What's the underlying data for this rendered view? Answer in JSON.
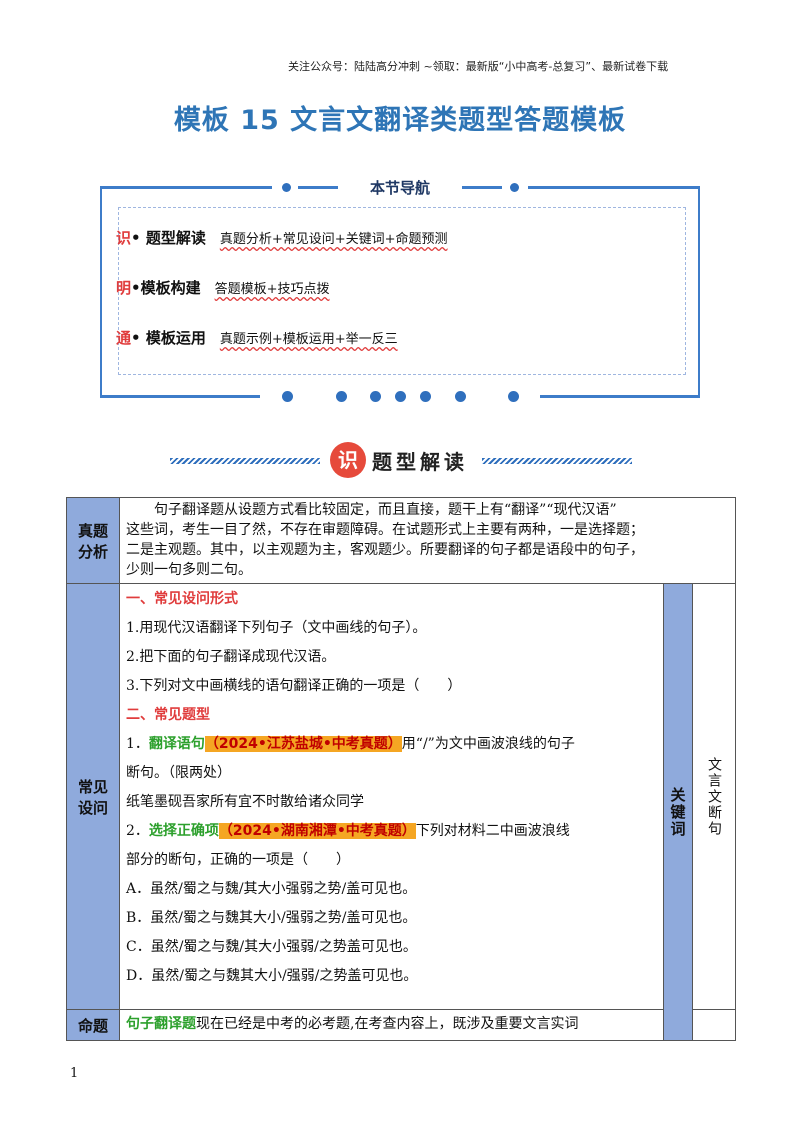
{
  "top_note": "关注公众号：陆陆高分冲刺  ~领取：最新版“小中高考-总复习”、最新试卷下载",
  "title": "模板 15  文言文翻译类题型答题模板",
  "nav": {
    "title": "本节导航",
    "rows": [
      {
        "char": "识",
        "name": "• 题型解读",
        "desc": "真题分析+常见设问+关键词+命题预测"
      },
      {
        "char": "明",
        "name": "•模板构建",
        "desc": "答题模板+技巧点拨"
      },
      {
        "char": "通",
        "name": "• 模板运用",
        "desc": "真题示例+模板运用+举一反三"
      }
    ]
  },
  "section": {
    "seal": "识",
    "title": "题型解读"
  },
  "table": {
    "row1": {
      "header": "真题\n分析",
      "lines": [
        "　　句子翻译题从设题方式看比较固定，而且直接，题干上有“翻译”“现代汉语”",
        "这些词，考生一目了然，不存在审题障碍。在试题形式上主要有两种，一是选择题；",
        "二是主观题。其中，以主观题为主，客观题少。所要翻译的句子都是语段中的句子，",
        "少则一句多则二句。"
      ]
    },
    "row2": {
      "header": "常见\n设问",
      "h1": "一、常见设问形式",
      "q1": "1.用现代汉语翻译下列句子（文中画线的句子）。",
      "q2": "2.把下面的句子翻译成现代汉语。",
      "q3": "3.下列对文中画横线的语句翻译正确的一项是（　　）",
      "h2": "二、常见题型",
      "t1_num": "1．",
      "t1_type": "翻译语句",
      "t1_tag": "（2024•江苏盐城•中考真题）",
      "t1_rest": "用“/”为文中画波浪线的句子",
      "t1_cont": "断句。（限两处）",
      "t1_sentence": "纸笔墨砚吾家所有宜不时散给诸众同学",
      "t2_num": "2．",
      "t2_type": "选择正确项",
      "t2_tag": "（2024•湖南湘潭•中考真题）",
      "t2_rest": "下列对材料二中画波浪线",
      "t2_cont": "部分的断句，正确的一项是（　　）",
      "opt_a": "A．虽然/蜀之与魏/其大小强弱之势/盖可见也。",
      "opt_b": "B．虽然/蜀之与魏其大小/强弱之势/盖可见也。",
      "opt_c": "C．虽然/蜀之与魏/其大小强弱/之势盖可见也。",
      "opt_d": "D．虽然/蜀之与魏其大小/强弱/之势盖可见也。",
      "kw_header": "关键词",
      "kw_value": "文言文断句"
    },
    "row3": {
      "header": "命题",
      "lead": "句子翻译题",
      "text": "现在已经是中考的必考题,在考查内容上，既涉及重要文言实词"
    }
  },
  "page_number": "1"
}
